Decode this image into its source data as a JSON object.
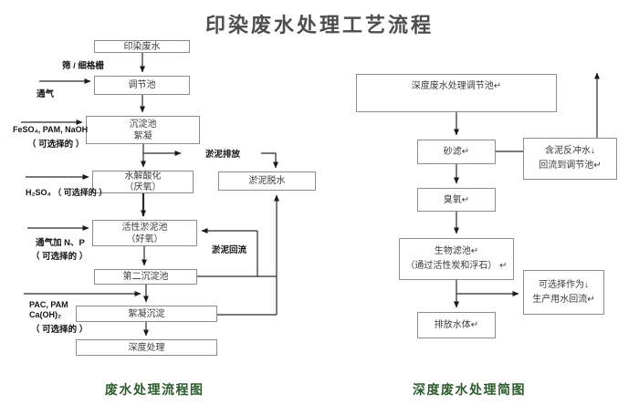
{
  "title": "印染废水处理工艺流程",
  "left_chart": {
    "caption": "废水处理流程图",
    "nodes": {
      "influent": "印染废水",
      "regulating_tank": "调节池",
      "sedimentation_l1": "沉淀池",
      "sedimentation_l2": "絮凝",
      "hydrolysis_l1": "水解酸化",
      "hydrolysis_l2": "（厌氧）",
      "activated_sludge_l1": "活性淤泥池",
      "activated_sludge_l2": "（好氧）",
      "secondary_sedimentation": "第二沉淀池",
      "flocculation_sedimentation": "絮凝沉淀",
      "advanced_treatment": "深度处理",
      "sludge_dewatering": "淤泥脱水"
    },
    "labels": {
      "screen": "筛 / 细格栅",
      "aeration": "通气",
      "chem1_l1": "FeSO₄, PAM, NaOH",
      "chem1_l2": "（ 可选择的 ）",
      "chem2": "H₂SO₄ （ 可选择的 ）",
      "chem3_l1": "通气加 N、P",
      "chem3_l2": "（ 可选择的 ）",
      "chem4_l1": "PAC, PAM",
      "chem4_l2": "Ca(OH)₂",
      "chem4_l3": "（ 可选择的 ）",
      "sludge_discharge": "淤泥排放",
      "sludge_return": "淤泥回流"
    }
  },
  "right_chart": {
    "caption": "深度废水处理简图",
    "nodes": {
      "regulating_tank": "深度废水处理调节池↵",
      "sand_filter": "砂滤↵",
      "backwash_l1": "含泥反冲水↓",
      "backwash_l2": "回流到调节池↵",
      "ozone": "臭氧↵",
      "biofilter_l1": "生物滤池↵",
      "biofilter_l2": "（通过活性炭和浮石） ↵",
      "reuse_l1": "可选择作为↓",
      "reuse_l2": "生产用水回流↵",
      "discharge": "排放水体↵"
    }
  },
  "colors": {
    "caption_green": "#2d5c2d",
    "title_gray": "#4d4d4d",
    "box_border": "#8c8c8c",
    "connector": "#2a2a2a"
  }
}
